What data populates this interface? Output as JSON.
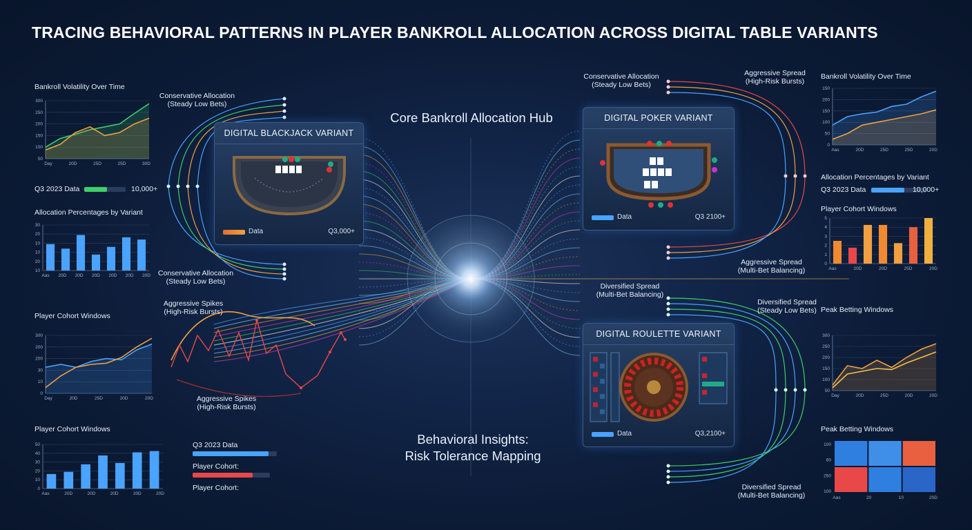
{
  "title": "TRACING BEHAVIORAL PATTERNS IN PLAYER BANKROLL ALLOCATION ACROSS DIGITAL TABLE VARIANTS",
  "hub": {
    "title": "Core Bankroll Allocation Hub"
  },
  "insights": {
    "line1": "Behavioral Insights:",
    "line2": "Risk Tolerance Mapping"
  },
  "colors": {
    "blue": "#4aa3ff",
    "orange": "#f0a040",
    "green": "#3ecf6a",
    "red": "#e84848",
    "pink": "#e040c0"
  },
  "left": {
    "volatility": {
      "title": "Bankroll Volatility Over Time",
      "yticks": [
        "300",
        "250",
        "200",
        "150",
        "100",
        "50"
      ],
      "xticks": [
        "Day",
        "20D",
        "25D",
        "25D",
        "30D"
      ]
    },
    "q3": {
      "label": "Q3 2023 Data",
      "value": "10,000+",
      "fill": 0.55
    },
    "allocation": {
      "title": "Allocation Percentages by Variant",
      "yticks": [
        "30",
        "20",
        "10",
        "10",
        "20",
        "10"
      ],
      "xticks": [
        "Aas",
        "20D",
        "20D",
        "20D",
        "20D",
        "20D",
        "20D"
      ],
      "values": [
        0.58,
        0.48,
        0.78,
        0.35,
        0.52,
        0.73,
        0.68
      ]
    },
    "cohort1": {
      "title": "Player Cohort Windows",
      "yticks": [
        "300",
        "200",
        "200",
        "30",
        "10",
        "0"
      ],
      "xticks": [
        "Day",
        "20D",
        "25D",
        "20D",
        "20D"
      ]
    },
    "cohort2": {
      "title": "Player Cohort Windows",
      "yticks": [
        "50",
        "40",
        "30",
        "20",
        "10",
        "0"
      ],
      "xticks": [
        "Aas",
        "20D",
        "20D",
        "20D",
        "20D",
        "20D"
      ],
      "values": [
        0.33,
        0.38,
        0.55,
        0.75,
        0.58,
        0.82,
        0.85
      ]
    }
  },
  "bottom_stats": {
    "line1": "Q3 2023 Data",
    "fill1": 0.9,
    "line2": "Player Cohort:",
    "fill2": 0.78,
    "line3": "Player Cohort:"
  },
  "blackjack": {
    "title": "DIGITAL BLACKJACK VARIANT",
    "foot_label": "Data",
    "foot_value": "Q3,000+"
  },
  "poker": {
    "title": "DIGITAL POKER VARIANT",
    "foot_label": "Data",
    "foot_value": "Q3 2100+"
  },
  "roulette": {
    "title": "DIGITAL ROULETTE VARIANT",
    "foot_label": "Data",
    "foot_value": "Q3,2100+"
  },
  "annotations": {
    "cons_top_l1": "Conservative Allocation",
    "cons_top_l2": "(Steady Low Bets)",
    "cons_mid_l1": "Conservative Allocation",
    "cons_mid_l2": "(Steady Low Bets)",
    "aggr_top_l1": "Aggressive Spikes",
    "aggr_top_l2": "(High-Risk Bursts)",
    "aggr_bot_l1": "Aggressive Spikes",
    "aggr_bot_l2": "(High-Risk Bursts)",
    "r_cons_l1": "Conservative Allocation",
    "r_cons_l2": "(Steady Low Bets)",
    "r_aggr_l1": "Aggressive Spread",
    "r_aggr_l2": "(High-Risk Bursts)",
    "r_aggr2_l1": "Aggressive Spread",
    "r_aggr2_l2": "(Multi-Bet Balancing)",
    "r_div1_l1": "Diversified Spread",
    "r_div1_l2": "(Multi-Bet Balancing)",
    "r_div2_l1": "Diversified Spread",
    "r_div2_l2": "(Steady Low Bets)",
    "r_div3_l1": "Diversified Spread",
    "r_div3_l2": "(Multi-Bet Balancing)"
  },
  "right": {
    "volatility": {
      "title": "Bankroll Volatility Over Time",
      "yticks": [
        "150",
        "200",
        "150",
        "100",
        "50",
        "0"
      ],
      "xticks": [
        "Aas",
        "20D",
        "25D",
        "25D",
        "20D"
      ]
    },
    "allocation": {
      "title": "Allocation Percentages by Variant"
    },
    "q3": {
      "label": "Q3 2023 Data",
      "value": "10,000+",
      "fill": 0.6
    },
    "cohort": {
      "title": "Player Cohort Windows",
      "yticks": [
        "5",
        "4",
        "3",
        "2",
        "1",
        "0"
      ],
      "xticks": [
        "Aas",
        "20D",
        "20D",
        "25D",
        "20D"
      ],
      "values": [
        0.5,
        0.35,
        0.85,
        0.85,
        0.45,
        0.8,
        1.0
      ]
    },
    "peak1": {
      "title": "Peak Betting Windows",
      "yticks": [
        "300",
        "250",
        "200",
        "150",
        "100",
        "50"
      ],
      "xticks": [
        "Day",
        "20D",
        "25D",
        "20D",
        "20D"
      ]
    },
    "peak2": {
      "title": "Peak Betting Windows",
      "yticks": [
        "100",
        "60",
        "250",
        "100"
      ],
      "xticks": [
        "Aas",
        "20",
        "10",
        "20D"
      ]
    }
  }
}
